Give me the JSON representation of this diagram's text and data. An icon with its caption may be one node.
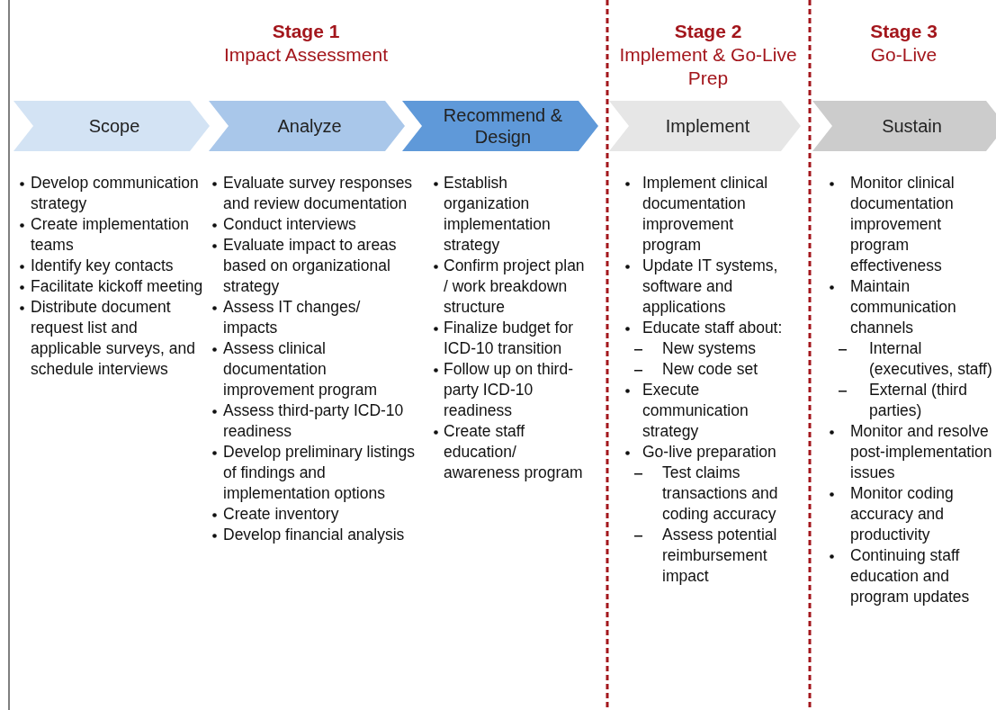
{
  "diagram": {
    "nodes": [
      {
        "text": [
          "Scope"
        ]
      },
      {
        "text": [
          "Analyze"
        ]
      },
      {
        "text": [
          "Recommend & Design"
        ]
      },
      {
        "text": [
          "Implement"
        ]
      },
      {
        "text": [
          "Sustain"
        ]
      }
    ],
    "labels": [
      "Stage 1",
      "Impact Assessment",
      "Stage 2",
      "Implement & Go-Live Prep",
      "Stage 3",
      "Go-Live",
      "Develop communication strategy",
      "Create implementation teams",
      "Identify key contacts",
      "Facilitate kickoff meeting",
      "Distribute document request list and applicable surveys, and schedule interviews",
      "Evaluate survey responses and review documentation",
      "Conduct interviews",
      "Evaluate impact to areas based on organizational strategy",
      "Assess IT changes/ impacts",
      "Assess clinical documentation improvement program",
      "Assess third-party ICD-10 readiness",
      "Develop preliminary listings of findings and implementation options",
      "Create inventory",
      "Develop financial analysis",
      "Establish organization implementation strategy",
      "Confirm project plan / work breakdown structure",
      "Finalize budget for ICD-10 transition",
      "Follow up on third-party ICD-10 readiness",
      "Create staff education/ awareness program",
      "Implement clinical documentation improvement program",
      "Update IT systems, software and applications",
      "Educate staff about:",
      "New systems",
      "New code set",
      "Execute communication strategy",
      "Go-live preparation",
      "Test claims transactions and coding accuracy",
      "Assess potential reimbursement impact",
      "Monitor clinical documentation improvement program effectiveness",
      "Maintain communication channels",
      "Internal (executives, staff)",
      "External (third parties)",
      "Monitor and resolve post-implementation issues",
      "Monitor coding accuracy and productivity",
      "Continuing staff education and program updates"
    ]
  }
}
